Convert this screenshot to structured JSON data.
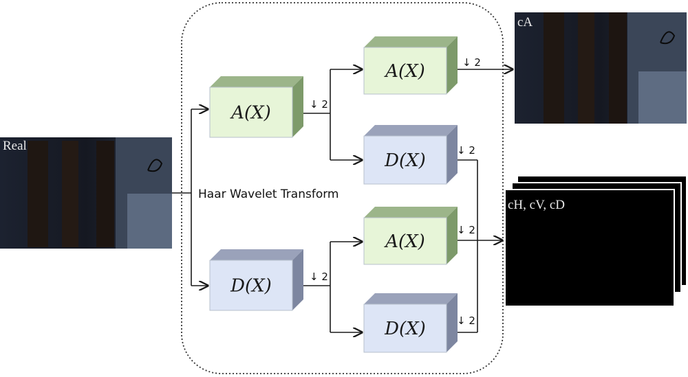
{
  "transform_label": "Haar Wavelet Transform",
  "input_image": {
    "label": "Real"
  },
  "outputs": {
    "approx_label": "cA",
    "detail_label": "cH, cV, cD"
  },
  "blocks": {
    "level1_approx": "A(X)",
    "level1_detail": "D(X)",
    "level2_aa": "A(X)",
    "level2_ad": "D(X)",
    "level2_da": "A(X)",
    "level2_dd": "D(X)"
  },
  "downsample_label": "↓ 2",
  "colors": {
    "approx_front": "#e7f5d8",
    "approx_top": "#9cb58a",
    "approx_side": "#7d9a6a",
    "detail_front": "#dde5f6",
    "detail_top": "#9aa2ba",
    "detail_side": "#7d86a0",
    "container_border": "#333333"
  }
}
